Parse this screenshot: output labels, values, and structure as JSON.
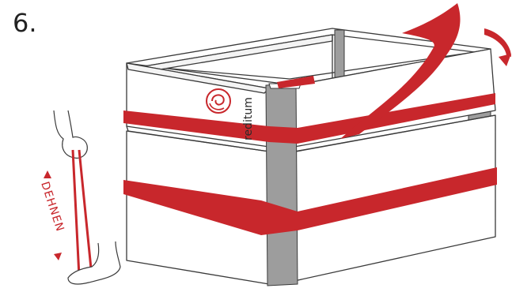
{
  "step": {
    "number": "6."
  },
  "brand": {
    "name": "reditum"
  },
  "stretch_label": "DEHNEN",
  "colors": {
    "strap": "#c8272c",
    "strap_dark": "#a81f24",
    "post": "#9d9d9d",
    "outline": "#3a3a3a",
    "background": "#ffffff"
  },
  "icons": {
    "logo": "swirl-logo-icon",
    "arrow": "curved-arrow-icon",
    "stretch": "double-arrow-icon"
  }
}
